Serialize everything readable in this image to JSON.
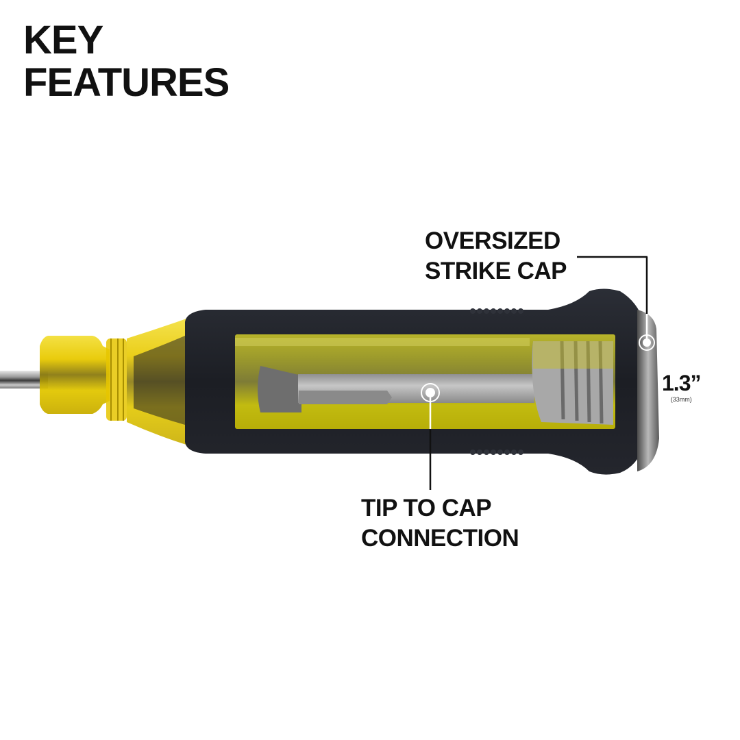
{
  "header": {
    "title_line1": "KEY",
    "title_line2": "FEATURES"
  },
  "callouts": [
    {
      "id": "strike-cap",
      "line1": "OVERSIZED",
      "line2": "STRIKE CAP"
    },
    {
      "id": "tip-to-cap",
      "line1": "TIP TO CAP",
      "line2": "CONNECTION"
    }
  ],
  "dimension": {
    "value": "1.3”",
    "metric": "(33mm)"
  },
  "colors": {
    "handle_black": "#1f2128",
    "acetate_yellow": "#d9c400",
    "cutaway_yellow": "#c9c21a",
    "steel": "#a9a9a9",
    "text": "#111111",
    "background": "#ffffff"
  }
}
